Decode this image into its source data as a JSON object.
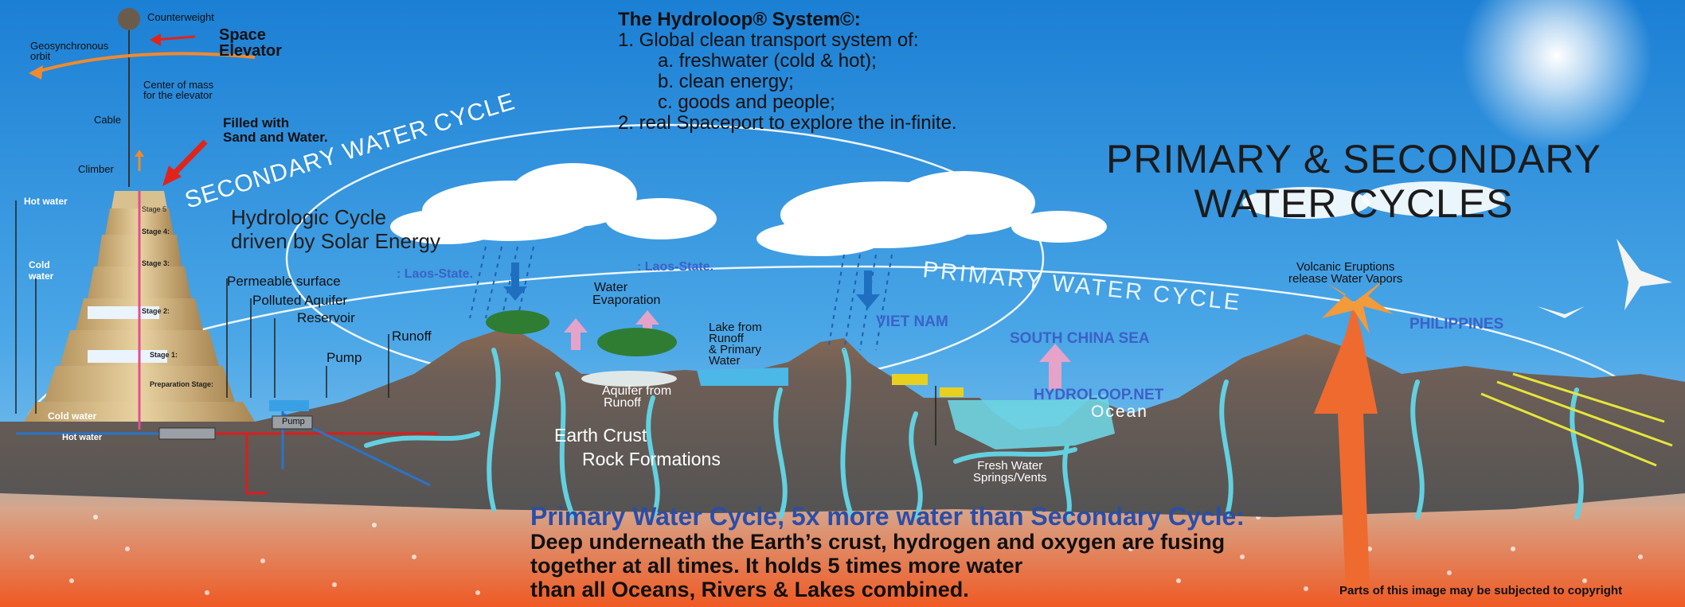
{
  "system": {
    "title": "The Hydroloop® System©:",
    "lines": [
      "1. Global clean transport system of:",
      "a. freshwater (cold & hot);",
      "b. clean energy;",
      "c. goods and people;",
      "2. real Spaceport to explore the in-finite."
    ]
  },
  "main_title": {
    "line1": "PRIMARY  & SECONDARY",
    "line2": "WATER CYCLES"
  },
  "cycles": {
    "secondary": "SECONDARY WATER CYCLE",
    "primary": "PRIMARY WATER CYCLE",
    "hydrologic_line1": "Hydrologic Cycle",
    "hydrologic_line2": "driven by Solar Energy"
  },
  "elevator": {
    "counterweight": "Counterweight",
    "title_line1": "Space",
    "title_line2": "Elevator",
    "geo_line1": "Geosynchronous",
    "geo_line2": "orbit",
    "center_line1": "Center of mass",
    "center_line2": "for the elevator",
    "cable": "Cable",
    "climber": "Climber",
    "filled_line1": "Filled with",
    "filled_line2": "Sand and Water."
  },
  "tower": {
    "hot_water": "Hot water",
    "cold_water_line1": "Cold",
    "cold_water_line2": "water",
    "cold_water_base": "Cold water",
    "hot_water_base": "Hot water",
    "stage5": "Stage 5",
    "stage4": "Stage 4:",
    "stage3": "Stage 3:",
    "stage2": "Stage 2:",
    "stage1": "Stage 1:",
    "prep": "Preparation Stage:"
  },
  "labels": {
    "permeable": "Permeable surface",
    "polluted": "Polluted Aquifer",
    "reservoir": "Reservoir",
    "runoff": "Runoff",
    "pump": "Pump",
    "pump_box": "Pump",
    "laos1": ": Laos-State.",
    "laos2": ": Laos-State.",
    "evap_line1": "Water",
    "evap_line2": "Evaporation",
    "lake_line1": "Lake from",
    "lake_line2": "Runoff",
    "lake_line3": "& Primary",
    "lake_line4": "Water",
    "aquifer_line1": "Aquifer from",
    "aquifer_line2": "Runoff",
    "vietnam": "VIET NAM",
    "scs": "SOUTH CHINA SEA",
    "hydroloop_net": "HYDROLOOP.NET",
    "ocean": "Ocean",
    "volcano_line1": "Volcanic Eruptions",
    "volcano_line2": "release Water Vapors",
    "philippines": "PHILIPPINES",
    "crust_line1": "Earth Crust",
    "crust_line2": "Rock Formations",
    "springs_line1": "Fresh Water",
    "springs_line2": "Springs/Vents"
  },
  "bottom": {
    "heading": "Primary Water Cycle, 5x more water than Secondary Cycle:",
    "line1": "Deep underneath the Earth’s crust, hydrogen and oxygen are fusing",
    "line2": "together at all times. It holds 5 times more water",
    "line3": "than all Oceans, Rivers & Lakes combined."
  },
  "copyright": "Parts of this image may be subjected to copyright",
  "colors": {
    "sky_top": "#1f86d8",
    "sky_bottom": "#8cc7f0",
    "crust": "#5f5f5f",
    "soil": "#8a6a55",
    "water": "#5fd0e0",
    "magma": "#e85a2a",
    "heading_blue": "#2a4ea8"
  }
}
